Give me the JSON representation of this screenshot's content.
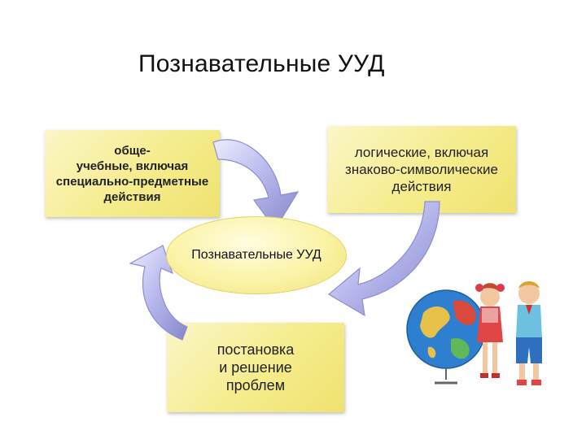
{
  "title": "Познавательные УУД",
  "center_label": "Познавательные УУД",
  "boxes": {
    "left": "обще-\nучебные, включая\nспециально-предметные\nдействия",
    "right": "логические, включая\nзнаково-символические\nдействия",
    "bottom": "постановка\nи решение\nпроблем"
  },
  "colors": {
    "box_fill": "#f5ec8c",
    "arrow_fill": "#b8b8ec",
    "arrow_stroke": "#8d8dd2"
  },
  "illustration": "children-with-globe"
}
